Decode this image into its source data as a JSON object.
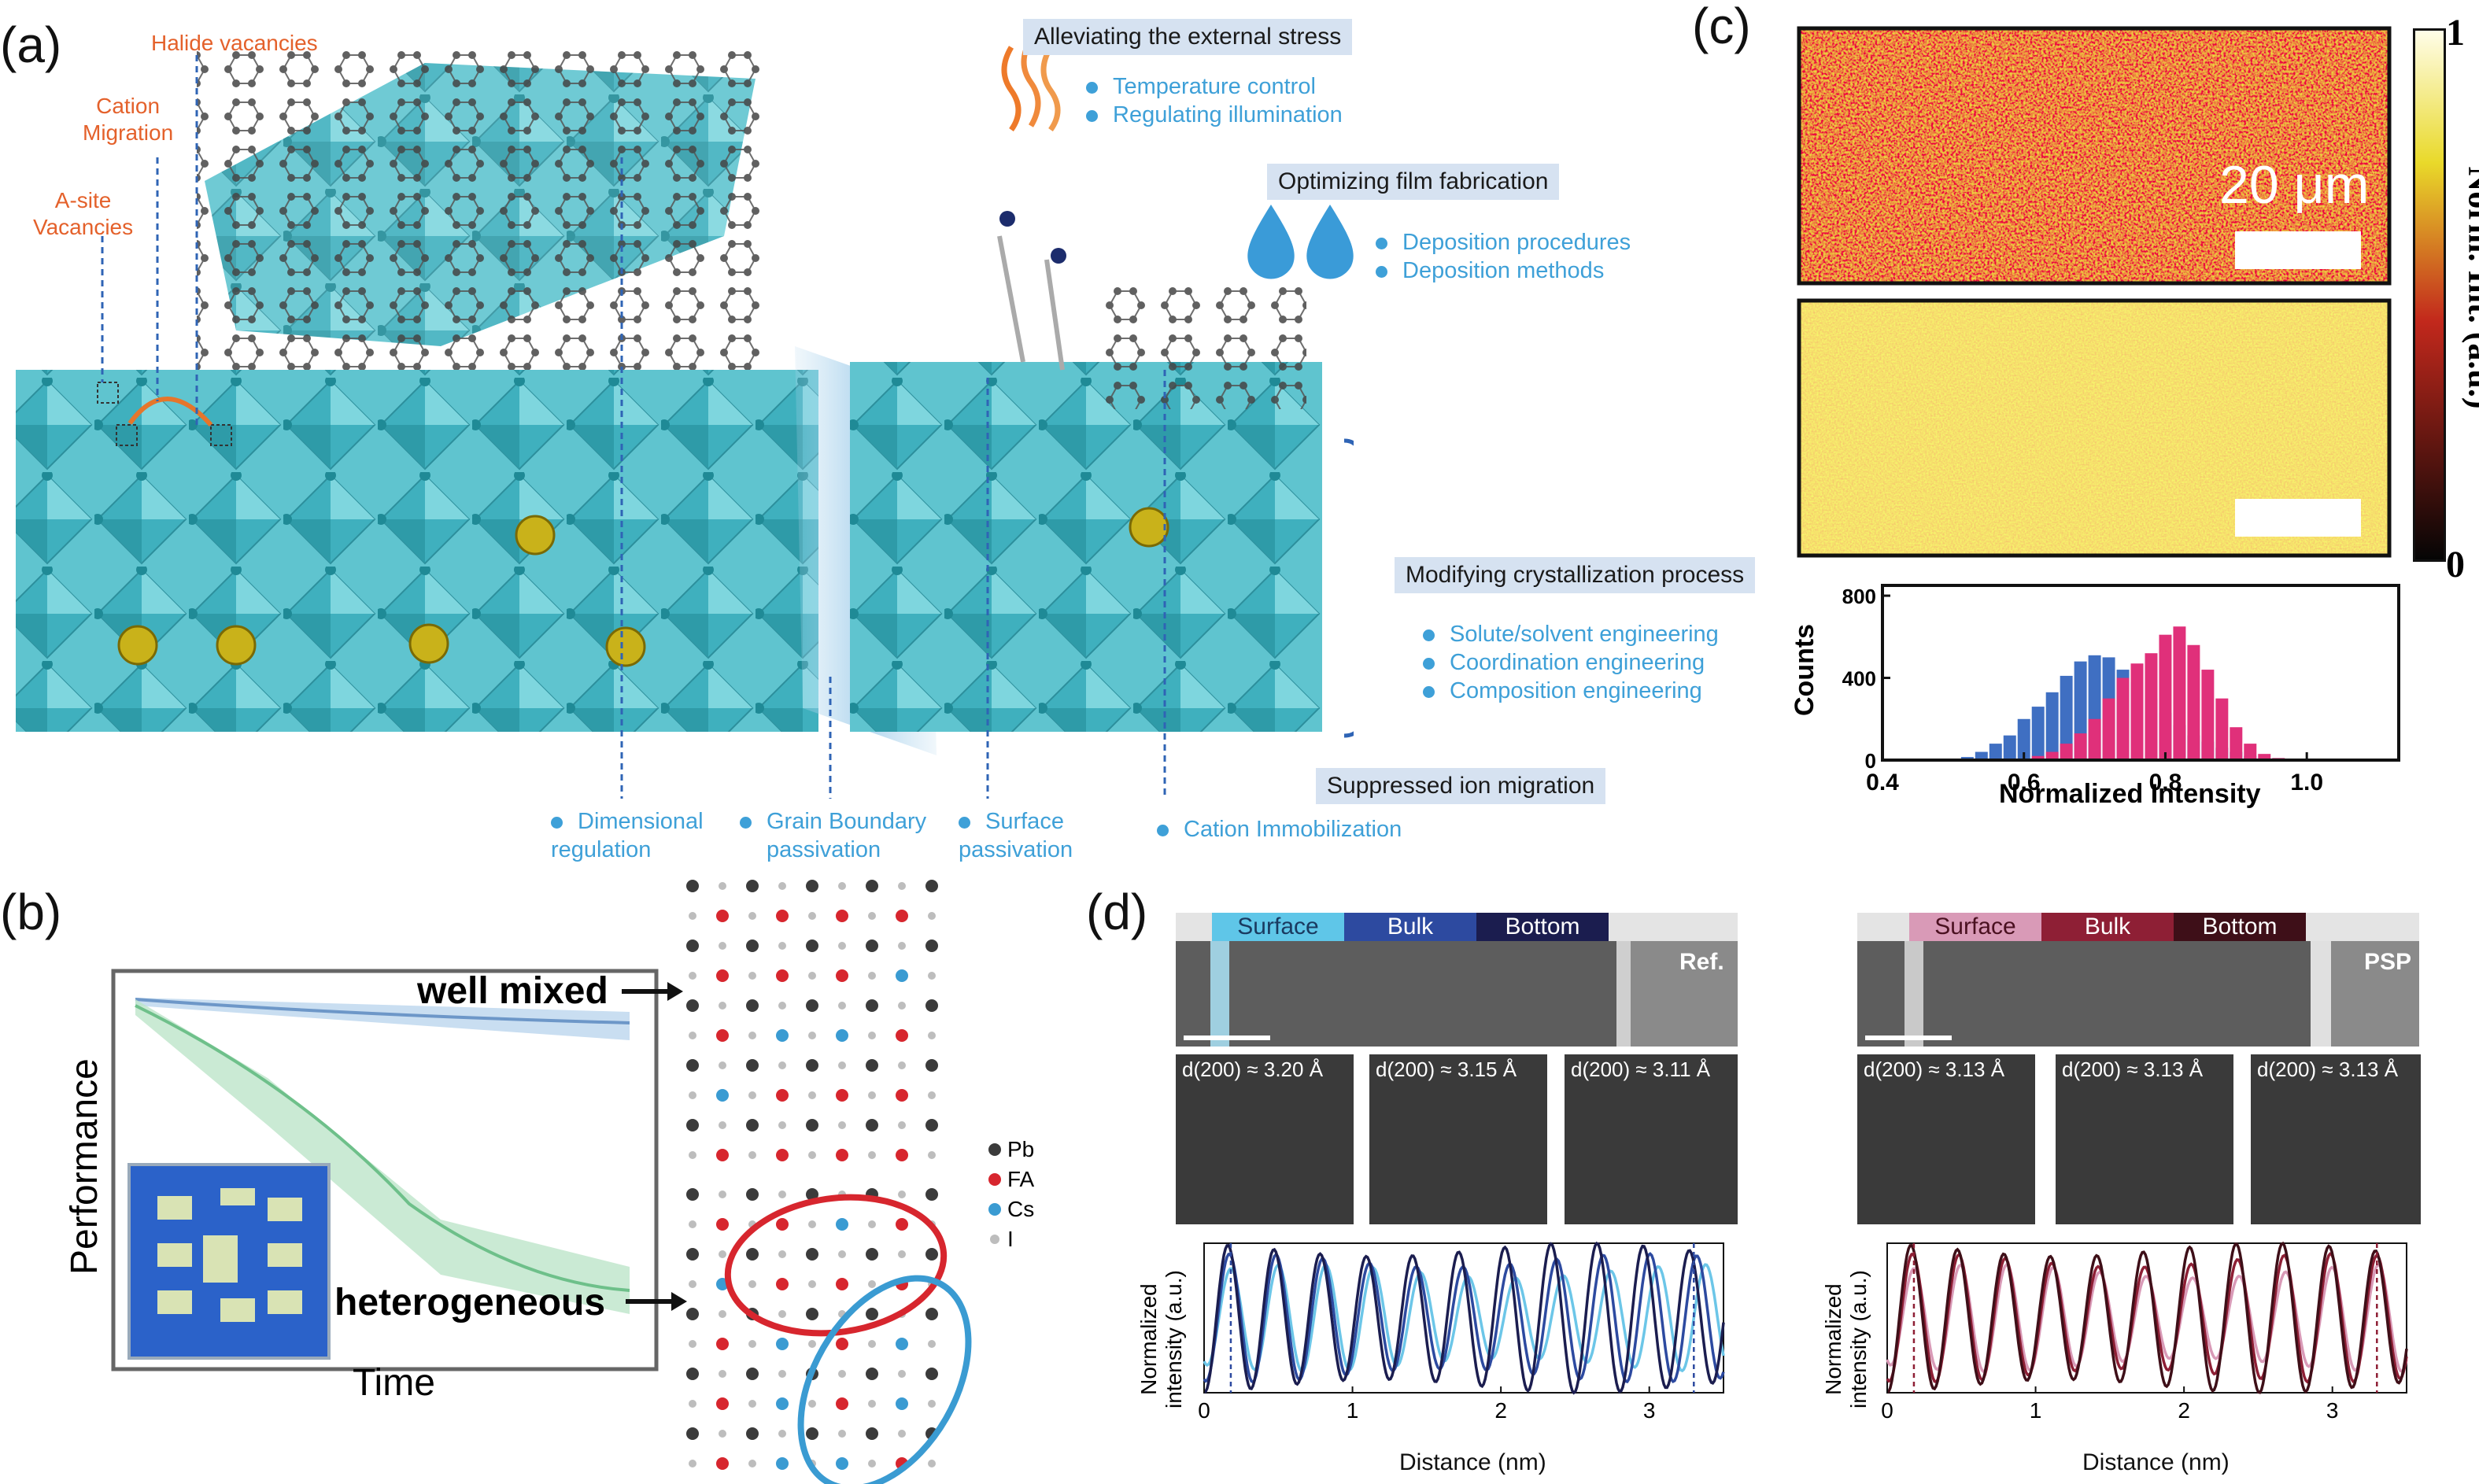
{
  "panel_a": {
    "label": "(a)",
    "defects": {
      "halide": "Halide vacancies",
      "cation_l1": "Cation",
      "cation_l2": "Migration",
      "asite_l1": "A-site",
      "asite_l2": "Vacancies"
    },
    "external_stress": {
      "title": "Alleviating the external stress",
      "items": [
        "Temperature control",
        "Regulating illumination"
      ]
    },
    "film": {
      "title": "Optimizing film fabrication",
      "items": [
        "Deposition procedures",
        "Deposition methods"
      ]
    },
    "crystallization": {
      "title": "Modifying crystallization process",
      "items": [
        "Solute/solvent engineering",
        "Coordination engineering",
        "Composition engineering"
      ]
    },
    "ion_migration_title": "Suppressed ion migration",
    "bottom": {
      "dim_1": "Dimensional",
      "dim_2": "regulation",
      "gb_1": "Grain Boundary",
      "gb_2": "passivation",
      "surf_1": "Surface",
      "surf_2": "passivation",
      "cation": "Cation Immobilization"
    }
  },
  "panel_b": {
    "label": "(b)",
    "ylabel": "Performance",
    "xlabel": "Time",
    "well_mixed": "well mixed",
    "heterogeneous": "heterogeneous",
    "legend": [
      "Pb",
      "FA",
      "Cs",
      "I"
    ],
    "colors": {
      "Pb": "#3b3b3b",
      "FA": "#d7262e",
      "Cs": "#3a9bd2",
      "I": "#bdbdbd",
      "blue_curve": "#6d97c8",
      "green_curve": "#6ec08a"
    }
  },
  "panel_c": {
    "label": "(c)",
    "scale_text": "20 μm",
    "colorbar_label": "Norm. Int. (a.u.)",
    "colorbar_max": "1",
    "colorbar_min": "0",
    "hist_ylabel": "Counts",
    "hist_xlabel": "Normalized Intensity",
    "colors": {
      "ref": "#3f6fc2",
      "psp": "#e0307a"
    }
  },
  "panel_d": {
    "label": "(d)",
    "ref": {
      "segments": [
        "Surface",
        "Bulk",
        "Bottom"
      ],
      "tag": "Ref.",
      "spacings": [
        "d(200) ≈ 3.20 Å",
        "d(200) ≈ 3.15 Å",
        "d(200) ≈ 3.11 Å"
      ],
      "colors": [
        "#6cc6e8",
        "#2d4aa0",
        "#1b1d4f"
      ]
    },
    "psp": {
      "segments": [
        "Surface",
        "Bulk",
        "Bottom"
      ],
      "tag": "PSP",
      "spacings": [
        "d(200) ≈ 3.13 Å",
        "d(200) ≈ 3.13 Å",
        "d(200) ≈ 3.13 Å"
      ],
      "colors": [
        "#d99ab7",
        "#8e1f35",
        "#3e0f18"
      ]
    },
    "ylabel_1": "Normalized",
    "ylabel_2": "intensity (a.u.)",
    "xlabel": "Distance (nm)"
  },
  "chart_data": [
    {
      "type": "bar",
      "title": "",
      "xlabel": "Normalized Intensity",
      "ylabel": "Counts",
      "xlim": [
        0.4,
        1.13
      ],
      "ylim": [
        0,
        850
      ],
      "xticks": [
        "0.4",
        "0.6",
        "0.8",
        "1.0"
      ],
      "yticks": [
        "0",
        "400",
        "800"
      ],
      "x": [
        0.52,
        0.54,
        0.56,
        0.58,
        0.6,
        0.62,
        0.64,
        0.66,
        0.68,
        0.7,
        0.72,
        0.74,
        0.76,
        0.78,
        0.8,
        0.82,
        0.84,
        0.86,
        0.88,
        0.9,
        0.92,
        0.94,
        0.96
      ],
      "series": [
        {
          "values": [
            15,
            40,
            80,
            120,
            200,
            260,
            330,
            410,
            480,
            510,
            500,
            440,
            380,
            300,
            230,
            170,
            120,
            90,
            60,
            40,
            20,
            8,
            0
          ]
        },
        {
          "values": [
            0,
            0,
            0,
            0,
            5,
            20,
            40,
            80,
            130,
            200,
            300,
            400,
            470,
            520,
            610,
            650,
            560,
            440,
            300,
            160,
            80,
            30,
            10
          ]
        }
      ]
    },
    {
      "type": "line",
      "title": "",
      "xlabel": "Distance (nm)",
      "ylabel": "Normalized intensity (a.u.)",
      "xlim": [
        0,
        3.5
      ],
      "xticks": [
        "0",
        "1",
        "2",
        "3"
      ],
      "series": [
        {
          "name": "Surface",
          "period_nm": 0.32
        },
        {
          "name": "Bulk",
          "period_nm": 0.315
        },
        {
          "name": "Bottom",
          "period_nm": 0.311
        }
      ]
    },
    {
      "type": "line",
      "title": "",
      "xlabel": "Distance (nm)",
      "ylabel": "Normalized intensity (a.u.)",
      "xlim": [
        0,
        3.5
      ],
      "xticks": [
        "0",
        "1",
        "2",
        "3"
      ],
      "series": [
        {
          "name": "Surface",
          "period_nm": 0.313
        },
        {
          "name": "Bulk",
          "period_nm": 0.313
        },
        {
          "name": "Bottom",
          "period_nm": 0.313
        }
      ]
    }
  ]
}
